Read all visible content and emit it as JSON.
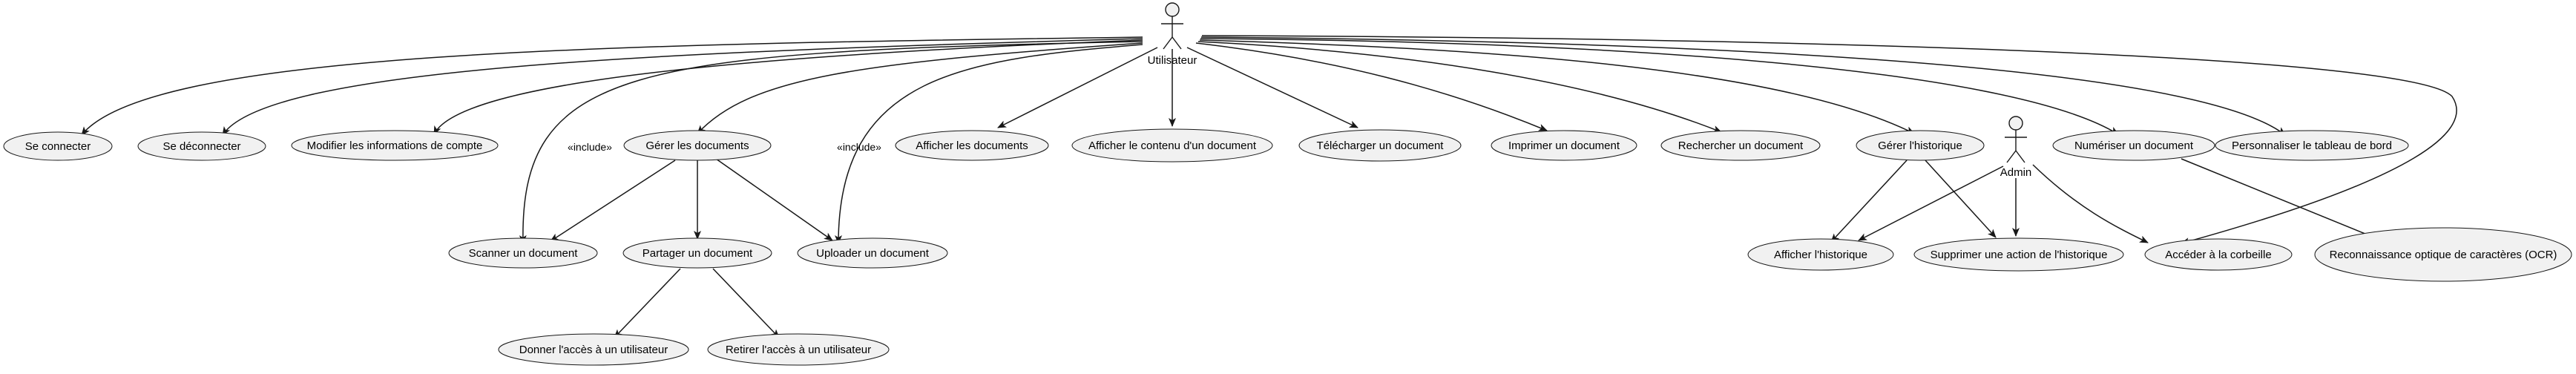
{
  "actors": {
    "utilisateur": {
      "label": "Utilisateur"
    },
    "admin": {
      "label": "Admin"
    }
  },
  "use_cases": {
    "se_connecter": "Se connecter",
    "se_deconnecter": "Se déconnecter",
    "modifier_infos": "Modifier les informations de compte",
    "gerer_documents": "Gérer les documents",
    "afficher_documents": "Afficher les documents",
    "afficher_contenu": "Afficher le contenu d'un document",
    "telecharger": "Télécharger un document",
    "imprimer": "Imprimer un document",
    "rechercher": "Rechercher un document",
    "gerer_historique": "Gérer l'historique",
    "numeriser": "Numériser un document",
    "personnaliser": "Personnaliser le tableau de bord",
    "scanner": "Scanner un document",
    "partager": "Partager un document",
    "uploader": "Uploader un document",
    "donner_acces": "Donner l'accès à un utilisateur",
    "retirer_acces": "Retirer l'accès à un utilisateur",
    "afficher_historique": "Afficher l'historique",
    "supprimer_action": "Supprimer une action de l'historique",
    "acceder_corbeille": "Accéder à la corbeille",
    "ocr": "Reconnaissance optique de caractères (OCR)"
  },
  "include_labels": {
    "scanner": "«include»",
    "uploader": "«include»"
  },
  "relations": [
    {
      "from": "utilisateur",
      "to": "se_connecter"
    },
    {
      "from": "utilisateur",
      "to": "se_deconnecter"
    },
    {
      "from": "utilisateur",
      "to": "modifier_infos"
    },
    {
      "from": "utilisateur",
      "to": "gerer_documents"
    },
    {
      "from": "utilisateur",
      "to": "afficher_documents"
    },
    {
      "from": "utilisateur",
      "to": "afficher_contenu"
    },
    {
      "from": "utilisateur",
      "to": "telecharger"
    },
    {
      "from": "utilisateur",
      "to": "imprimer"
    },
    {
      "from": "utilisateur",
      "to": "rechercher"
    },
    {
      "from": "utilisateur",
      "to": "gerer_historique"
    },
    {
      "from": "utilisateur",
      "to": "numeriser"
    },
    {
      "from": "utilisateur",
      "to": "personnaliser"
    },
    {
      "from": "utilisateur",
      "to": "scanner",
      "label": "«include»"
    },
    {
      "from": "utilisateur",
      "to": "uploader",
      "label": "«include»"
    },
    {
      "from": "utilisateur",
      "to": "acceder_corbeille"
    },
    {
      "from": "gerer_documents",
      "to": "scanner"
    },
    {
      "from": "gerer_documents",
      "to": "partager"
    },
    {
      "from": "gerer_documents",
      "to": "uploader"
    },
    {
      "from": "partager",
      "to": "donner_acces"
    },
    {
      "from": "partager",
      "to": "retirer_acces"
    },
    {
      "from": "gerer_historique",
      "to": "afficher_historique"
    },
    {
      "from": "gerer_historique",
      "to": "supprimer_action"
    },
    {
      "from": "admin",
      "to": "afficher_historique"
    },
    {
      "from": "admin",
      "to": "supprimer_action"
    },
    {
      "from": "admin",
      "to": "acceder_corbeille"
    },
    {
      "from": "numeriser",
      "to": "ocr"
    }
  ],
  "colors": {
    "node_fill": "#f1f1f1",
    "stroke": "#181818",
    "background": "#ffffff"
  }
}
